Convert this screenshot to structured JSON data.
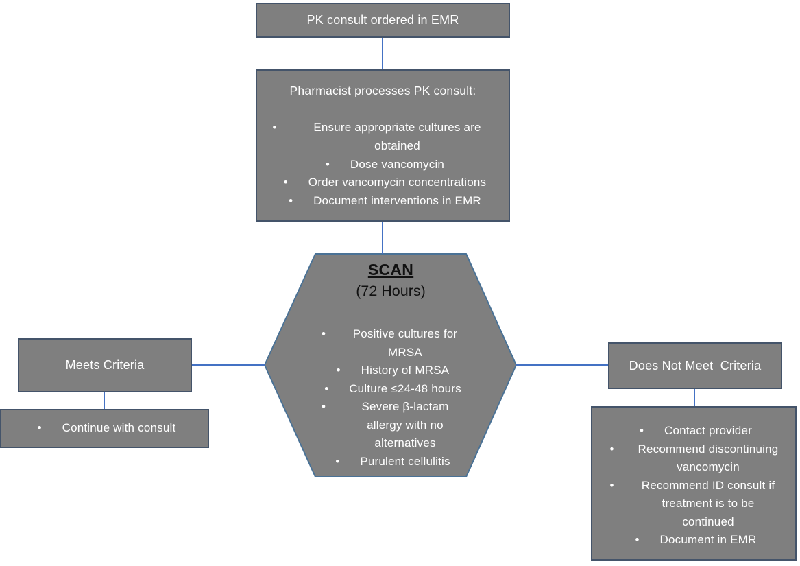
{
  "colors": {
    "shape_fill": "#7F7F7F",
    "box_border": "#44546A",
    "hexagon_border": "#4A7296",
    "connector": "#4472C4",
    "text_light": "#FFFFFF",
    "text_dark": "#111111"
  },
  "icons": {
    "bullet": "•"
  },
  "flowchart": {
    "start": {
      "label": "PK consult ordered in EMR"
    },
    "process": {
      "title": "Pharmacist processes PK consult:",
      "bullets": [
        "Ensure appropriate cultures are obtained",
        "Dose vancomycin",
        "Order vancomycin concentrations",
        "Document interventions in EMR"
      ]
    },
    "scan": {
      "title": "SCAN",
      "subtitle": "(72 Hours)",
      "bullets": [
        "Positive cultures for MRSA",
        "History of MRSA",
        "Culture ≤24-48 hours",
        "Severe β-lactam allergy with no alternatives",
        "Purulent cellulitis"
      ]
    },
    "meets": {
      "label": "Meets Criteria"
    },
    "continue": {
      "bullets": [
        "Continue with consult"
      ]
    },
    "not_meet": {
      "label": "Does Not Meet  Criteria"
    },
    "actions": {
      "bullets": [
        "Contact provider",
        "Recommend discontinuing vancomycin",
        "Recommend ID consult if treatment is to be continued",
        "Document in EMR"
      ]
    }
  }
}
